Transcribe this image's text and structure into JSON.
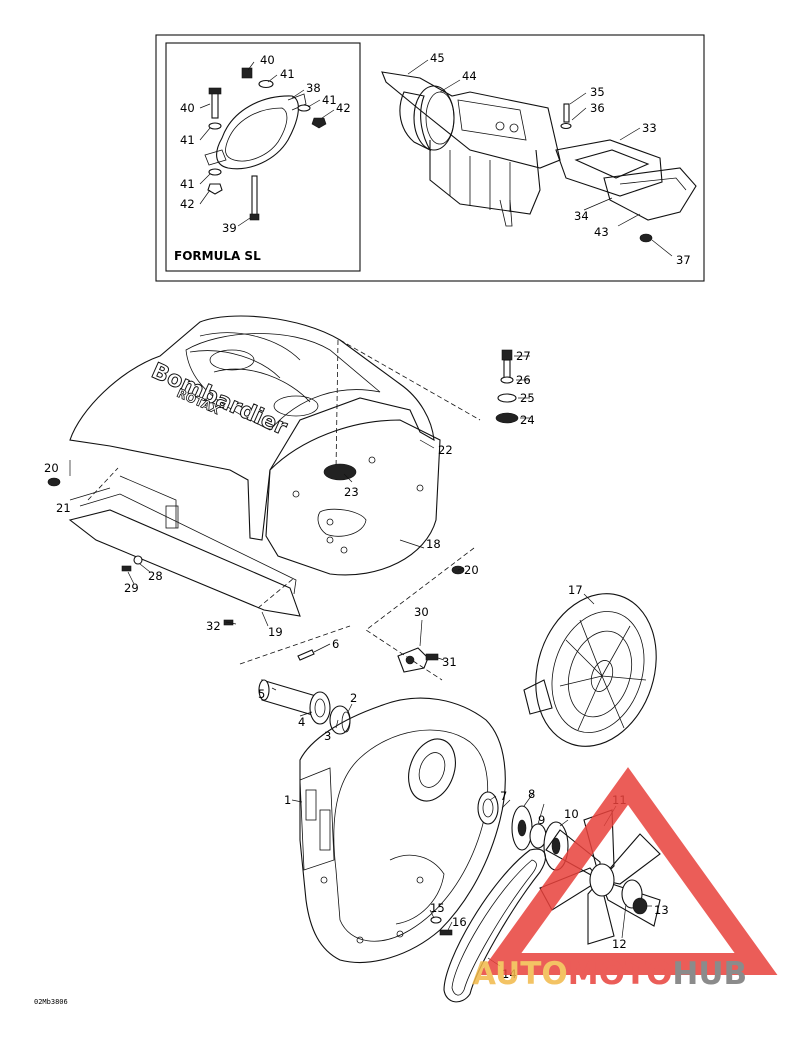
{
  "inset": {
    "title": "FORMULA SL"
  },
  "callouts": [
    {
      "id": "c1",
      "text": "1"
    },
    {
      "id": "c2",
      "text": "2"
    },
    {
      "id": "c3",
      "text": "3"
    },
    {
      "id": "c4",
      "text": "4"
    },
    {
      "id": "c5",
      "text": "5"
    },
    {
      "id": "c6",
      "text": "6"
    },
    {
      "id": "c7",
      "text": "7"
    },
    {
      "id": "c8",
      "text": "8"
    },
    {
      "id": "c9",
      "text": "9"
    },
    {
      "id": "c10",
      "text": "10"
    },
    {
      "id": "c11",
      "text": "11"
    },
    {
      "id": "c12",
      "text": "12"
    },
    {
      "id": "c13",
      "text": "13"
    },
    {
      "id": "c14",
      "text": "14"
    },
    {
      "id": "c15",
      "text": "15"
    },
    {
      "id": "c16",
      "text": "16"
    },
    {
      "id": "c17",
      "text": "17"
    },
    {
      "id": "c18",
      "text": "18"
    },
    {
      "id": "c19",
      "text": "19"
    },
    {
      "id": "c20a",
      "text": "20"
    },
    {
      "id": "c20b",
      "text": "20"
    },
    {
      "id": "c21",
      "text": "21"
    },
    {
      "id": "c22",
      "text": "22"
    },
    {
      "id": "c23",
      "text": "23"
    },
    {
      "id": "c24",
      "text": "24"
    },
    {
      "id": "c25",
      "text": "25"
    },
    {
      "id": "c26",
      "text": "26"
    },
    {
      "id": "c27",
      "text": "27"
    },
    {
      "id": "c28",
      "text": "28"
    },
    {
      "id": "c29",
      "text": "29"
    },
    {
      "id": "c30",
      "text": "30"
    },
    {
      "id": "c31",
      "text": "31"
    },
    {
      "id": "c32",
      "text": "32"
    },
    {
      "id": "c33",
      "text": "33"
    },
    {
      "id": "c34",
      "text": "34"
    },
    {
      "id": "c35",
      "text": "35"
    },
    {
      "id": "c36",
      "text": "36"
    },
    {
      "id": "c37",
      "text": "37"
    },
    {
      "id": "c38",
      "text": "38"
    },
    {
      "id": "c39",
      "text": "39"
    },
    {
      "id": "c40a",
      "text": "40"
    },
    {
      "id": "c40b",
      "text": "40"
    },
    {
      "id": "c41a",
      "text": "41"
    },
    {
      "id": "c41b",
      "text": "41"
    },
    {
      "id": "c41c",
      "text": "41"
    },
    {
      "id": "c41d",
      "text": "41"
    },
    {
      "id": "c42a",
      "text": "42"
    },
    {
      "id": "c42b",
      "text": "42"
    },
    {
      "id": "c43",
      "text": "43"
    },
    {
      "id": "c44",
      "text": "44"
    },
    {
      "id": "c45",
      "text": "45"
    }
  ],
  "hood_brand": {
    "line1": "Bombardier",
    "line2": "ROTAX"
  },
  "figure_code": "02Mb3806",
  "watermark": {
    "part1": "AUTO",
    "part2": "MOTO",
    "part3": "HUB"
  },
  "colors": {
    "watermark_orange": "#f2b94a",
    "watermark_red": "#e8413b",
    "watermark_gray": "#777777",
    "line": "#111111"
  }
}
